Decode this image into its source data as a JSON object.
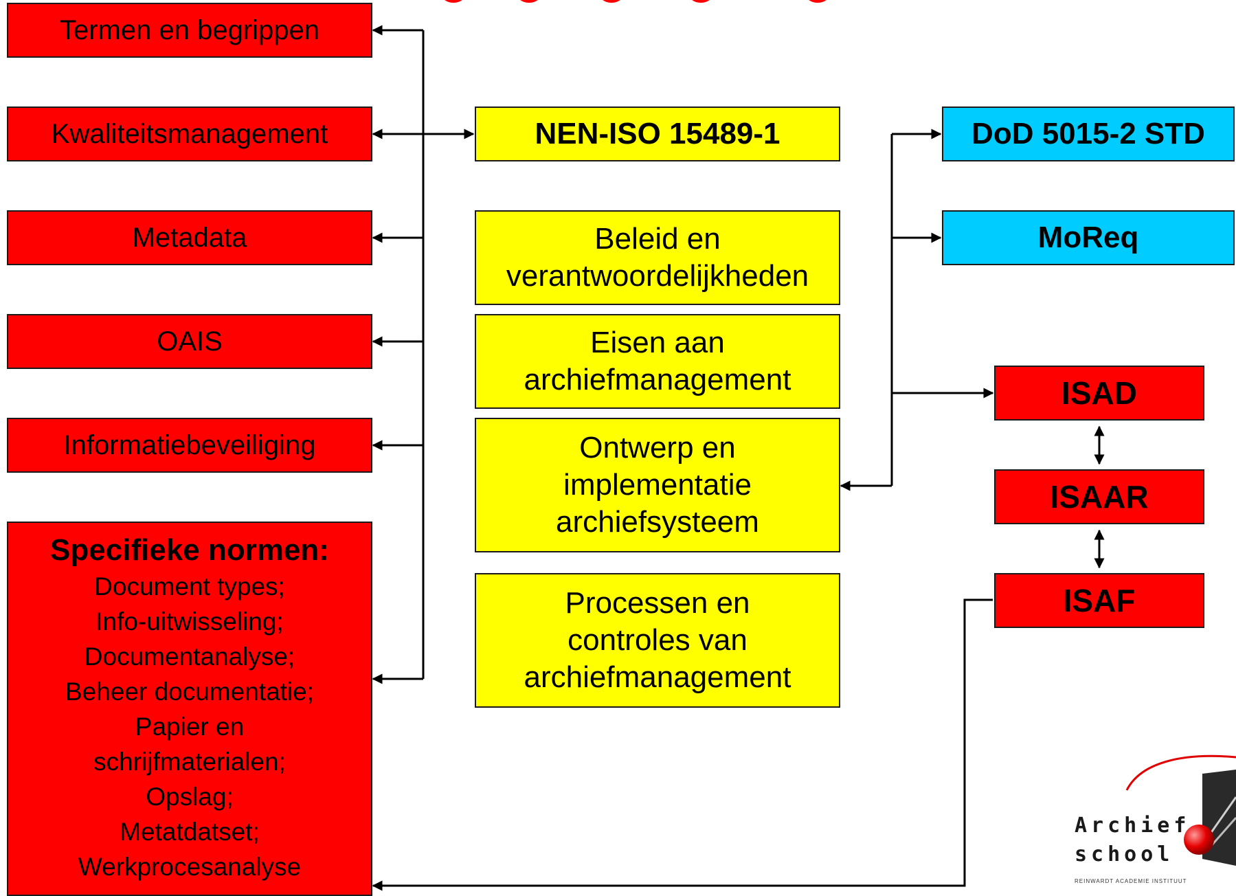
{
  "left": {
    "termen": "Termen en begrippen",
    "kwaliteit": "Kwaliteitsmanagement",
    "metadata": "Metadata",
    "oais": "OAIS",
    "infobev": "Informatiebeveiliging",
    "specifiek_title": "Specifieke normen:",
    "specifiek_items": [
      "Document types;",
      "Info-uitwisseling;",
      "Documentanalyse;",
      "Beheer documentatie;",
      "Papier en",
      "schrijfmaterialen;",
      "Opslag;",
      "Metatdatset;",
      "Werkprocesanalyse"
    ]
  },
  "center": {
    "nen": "NEN-ISO 15489-1",
    "beleid_1": "Beleid en",
    "beleid_2": "verantwoordelijkheden",
    "eisen_1": "Eisen aan",
    "eisen_2": "archiefmanagement",
    "ontwerp_1": "Ontwerp en",
    "ontwerp_2": "implementatie",
    "ontwerp_3": "archiefsysteem",
    "processen_1": "Processen en",
    "processen_2": "controles van",
    "processen_3": "archiefmanagement"
  },
  "right": {
    "dod": "DoD 5015-2 STD",
    "moreq": "MoReq",
    "isad": "ISAD",
    "isaar": "ISAAR",
    "isaf": "ISAF"
  },
  "logo": {
    "line1": "Archief",
    "line2": "school",
    "line3": "REINWARDT ACADEMIE INSTITUUT"
  },
  "colors": {
    "red": "#ff0000",
    "yellow": "#ffff00",
    "cyan": "#00ccff",
    "connector": "#000000"
  }
}
